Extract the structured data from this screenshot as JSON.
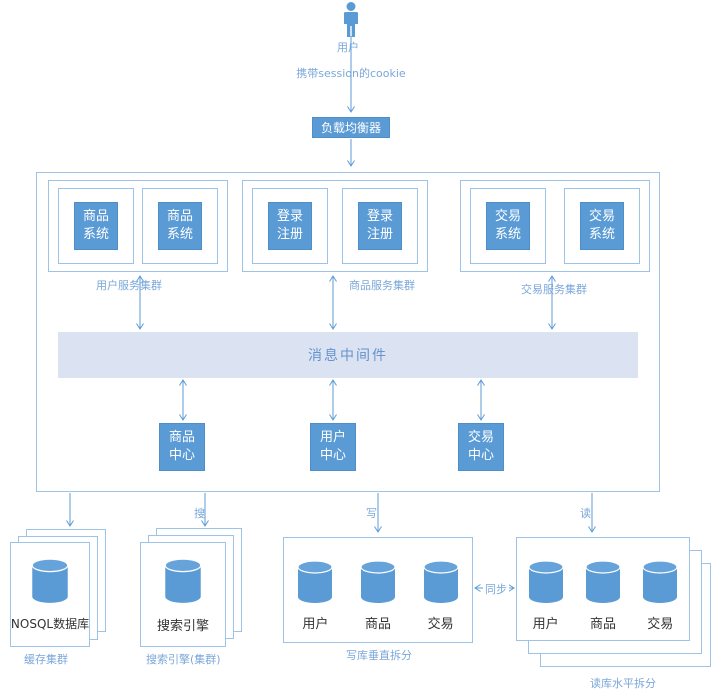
{
  "colors": {
    "accent": "#5b9bd5",
    "accent-border": "#4e8fc7",
    "line": "#9dc3e6",
    "bar-fill": "#dbe3f2",
    "bar-text": "#6593cd",
    "label-blue": "#7ba7d9",
    "card-text": "#333333"
  },
  "top": {
    "user_label": "用户",
    "cookie_label": "携带session的cookie",
    "load_balancer_label": "负载均衡器"
  },
  "clusters": [
    {
      "label": "用户服务集群",
      "nodes": [
        "商品\n系统",
        "商品\n系统"
      ]
    },
    {
      "label": "商品服务集群",
      "nodes": [
        "登录\n注册",
        "登录\n注册"
      ]
    },
    {
      "label": "交易服务集群",
      "nodes": [
        "交易\n系统",
        "交易\n系统"
      ]
    }
  ],
  "middleware": {
    "label": "消息中间件"
  },
  "centers": [
    {
      "label": "商品\n中心"
    },
    {
      "label": "用户\n中心"
    },
    {
      "label": "交易\n中心"
    }
  ],
  "flow_labels": {
    "search": "搜",
    "write": "写",
    "read": "读",
    "sync": "同步"
  },
  "storage": {
    "nosql": {
      "title": "NOSQL数据库",
      "caption": "缓存集群"
    },
    "search": {
      "title": "搜索引擎",
      "caption": "搜索引擎(集群)"
    },
    "write_db": {
      "items": [
        "用户",
        "商品",
        "交易"
      ],
      "caption": "写库垂直拆分"
    },
    "read_db": {
      "items": [
        "用户",
        "商品",
        "交易"
      ],
      "caption": "读库水平拆分"
    }
  }
}
